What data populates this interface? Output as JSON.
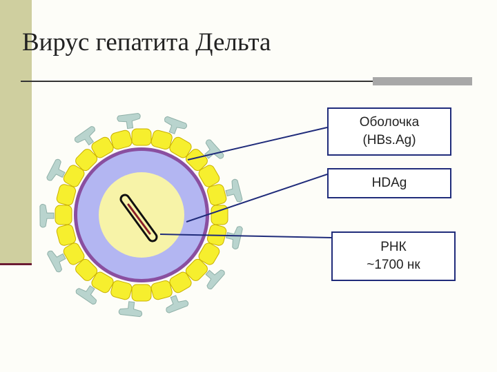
{
  "slide": {
    "title": "Вирус гепатита Дельта"
  },
  "labels": {
    "envelope": "Оболочка\n(HBs.Ag)",
    "hdag": "HDAg",
    "rna": "РНК\n~1700 нк"
  },
  "colors": {
    "envelope_yellow": "#f6ef2e",
    "envelope_outline": "#c9b000",
    "glycoprotein": "#b9d4ce",
    "membrane": "#8a4fa0",
    "capsid": "#b3b6f2",
    "core": "#f7f3a8",
    "rna_outline": "#111111",
    "rna_fill": "#8a1f2a",
    "box_border": "#1f2b7a",
    "pointer_line": "#1f2b7a",
    "left_bar": "#cfcf9f",
    "accent_line": "#6b1a33"
  }
}
